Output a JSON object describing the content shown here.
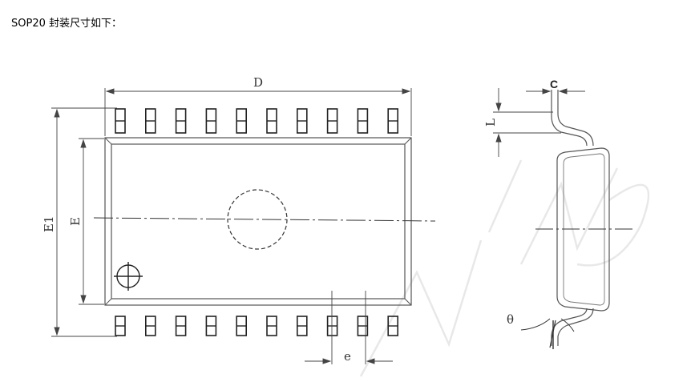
{
  "caption": "SOP20 封装尺寸如下：",
  "labels": {
    "D": "D",
    "E1": "E1",
    "E": "E",
    "e": "e",
    "C": "C",
    "L": "L",
    "theta": "θ"
  },
  "watermark": "WIND",
  "package": {
    "pins_per_side": 10
  }
}
